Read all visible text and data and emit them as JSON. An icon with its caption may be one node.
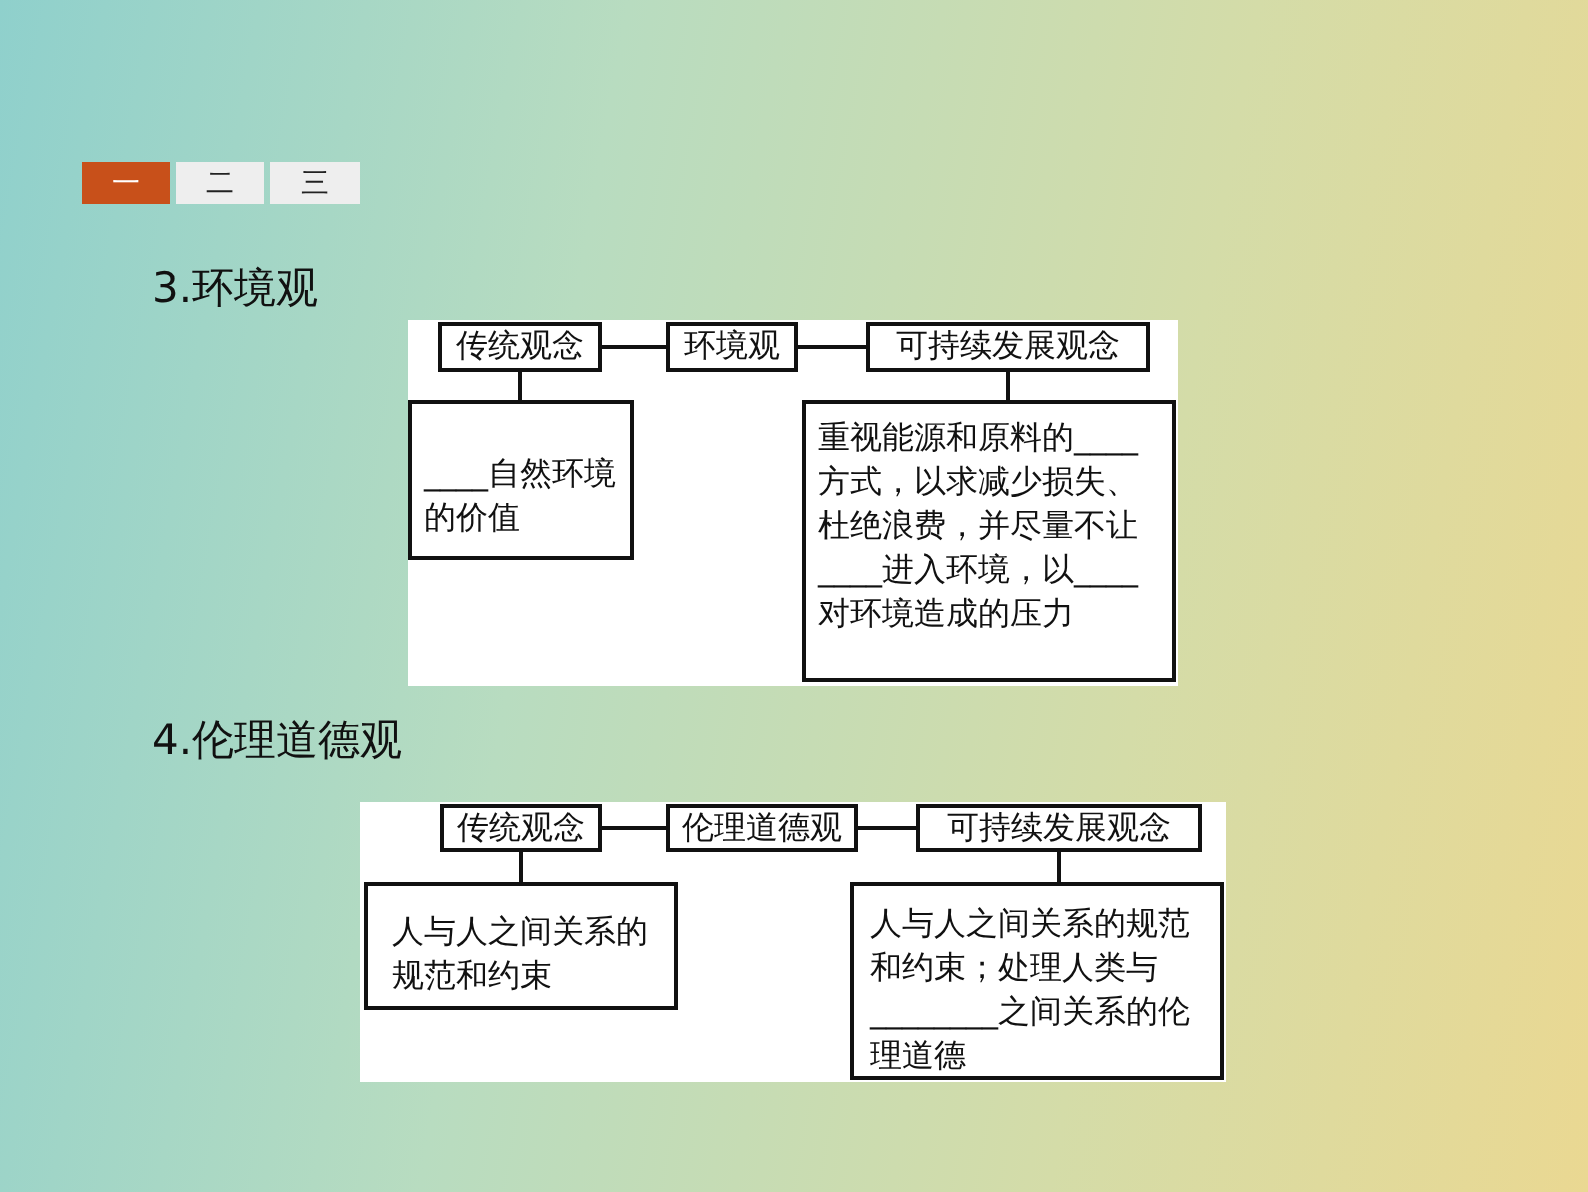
{
  "diagram": {
    "nodes": [
      {
        "text": [
          "传统观念"
        ]
      },
      {
        "text": [
          "环境观"
        ]
      },
      {
        "text": [
          "可持续发展观念"
        ]
      },
      {
        "text": [
          "____自然环境的价值"
        ]
      },
      {
        "text": [
          "重视能源和原料的____方式，以求减少损失、杜绝浪费，并尽量不让____进入环境，以____对环境造成的压力"
        ]
      },
      {
        "text": [
          "传统观念"
        ]
      },
      {
        "text": [
          "伦理道德观"
        ]
      },
      {
        "text": [
          "可持续发展观念"
        ]
      },
      {
        "text": [
          "人与人之间关系的规范和约束"
        ]
      },
      {
        "text": [
          "人与人之间关系的规范和约束；处理人类与________之间关系的伦理道德"
        ]
      }
    ],
    "edges": [
      {
        "from": 0,
        "to": 1,
        "arrow": "none"
      },
      {
        "from": 1,
        "to": 2,
        "arrow": "none"
      },
      {
        "from": 0,
        "to": 3,
        "arrow": "none"
      },
      {
        "from": 2,
        "to": 4,
        "arrow": "none"
      },
      {
        "from": 5,
        "to": 6,
        "arrow": "none"
      },
      {
        "from": 6,
        "to": 7,
        "arrow": "none"
      },
      {
        "from": 5,
        "to": 8,
        "arrow": "none"
      },
      {
        "from": 7,
        "to": 9,
        "arrow": "none"
      }
    ],
    "labels": [
      "一",
      "二",
      "三",
      "3.环境观",
      "4.伦理道德观"
    ]
  }
}
